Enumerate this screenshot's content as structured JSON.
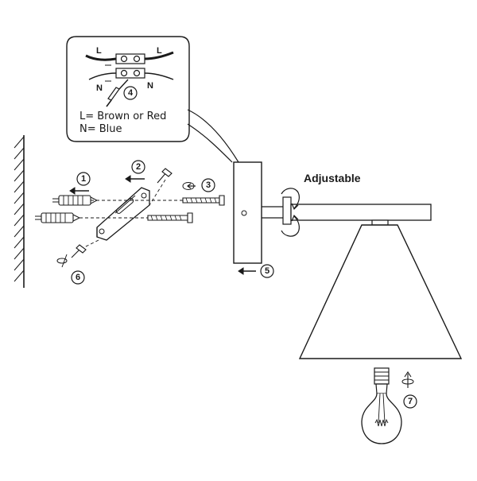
{
  "callout": {
    "wire_top_left": "L",
    "wire_top_right": "L",
    "wire_bottom_left": "N",
    "wire_bottom_right": "N",
    "legend_line1": "L= Brown or Red",
    "legend_line2": "N= Blue"
  },
  "labels": {
    "adjustable": "Adjustable"
  },
  "steps": [
    "1",
    "2",
    "3",
    "4",
    "5",
    "6",
    "7"
  ],
  "colors": {
    "line": "#1a1a1a",
    "background": "#ffffff"
  }
}
